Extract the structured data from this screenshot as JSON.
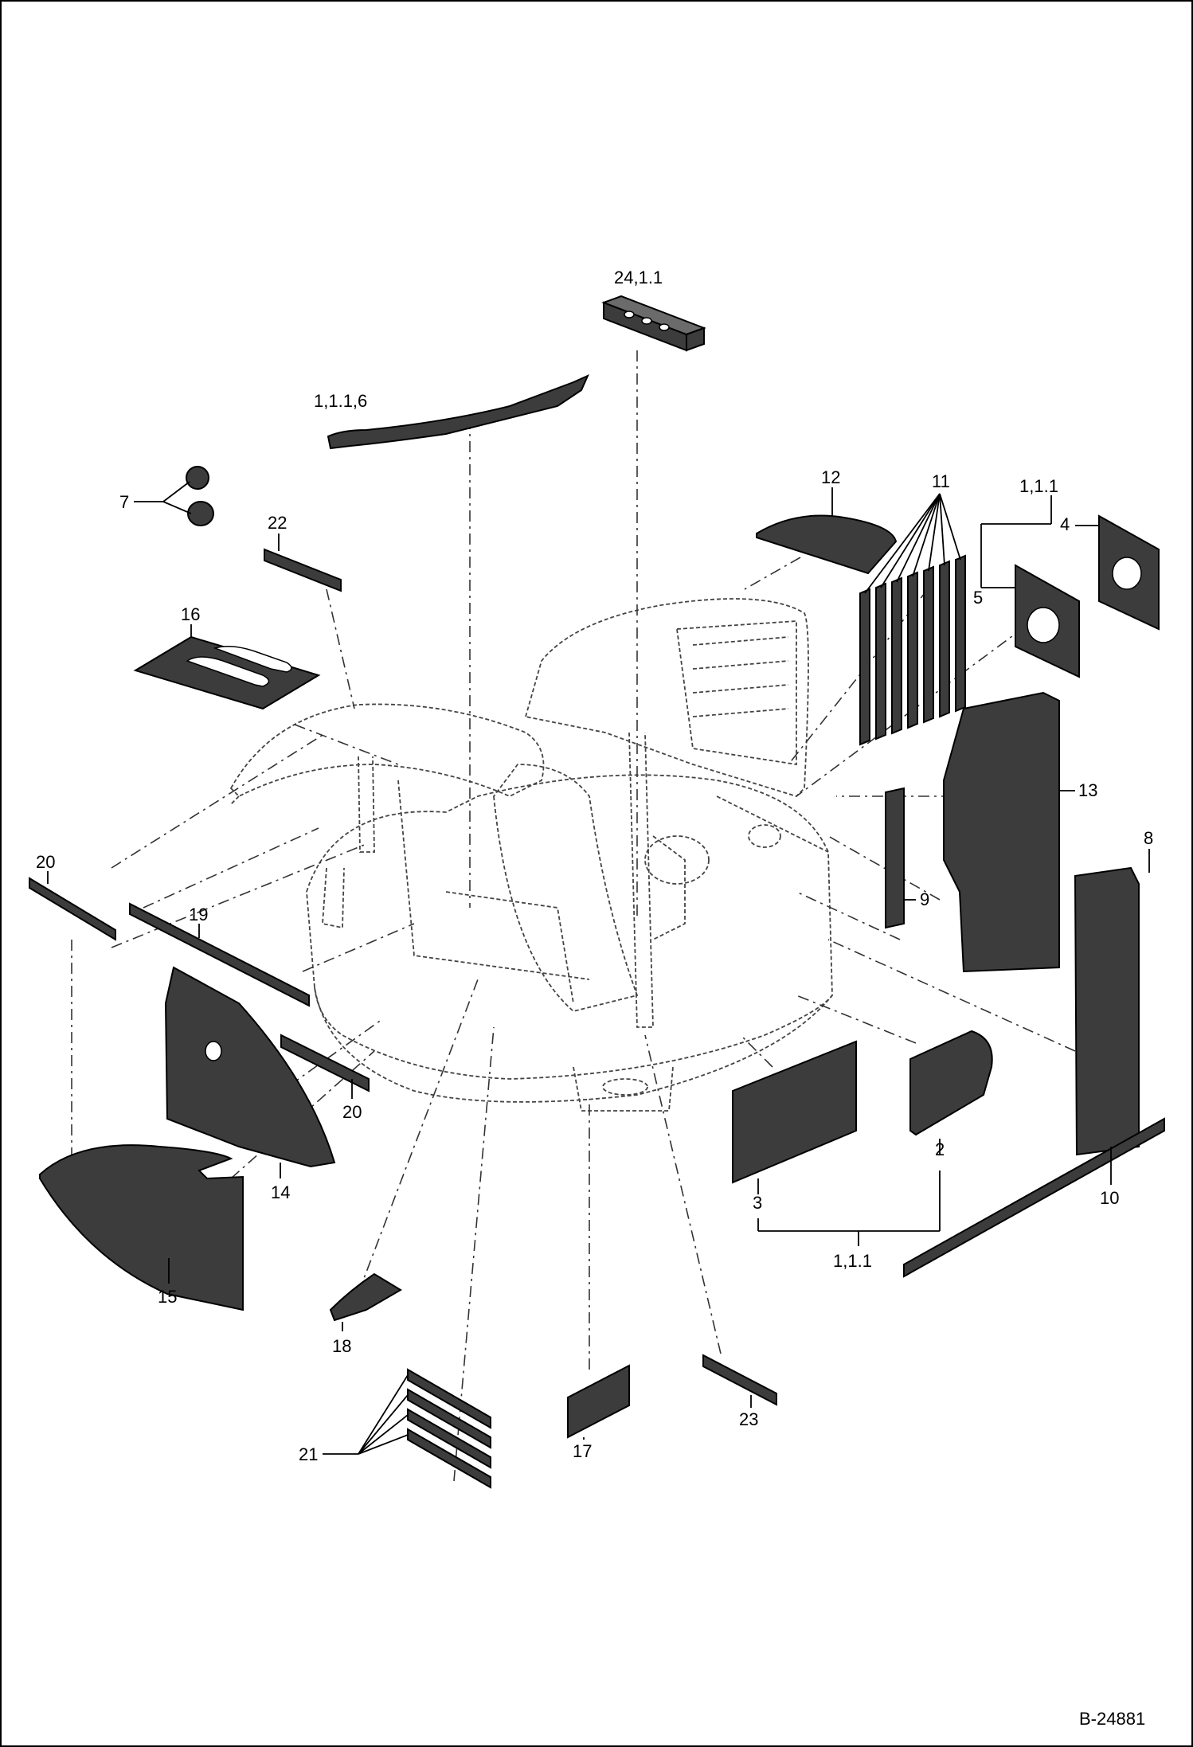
{
  "drawing_code": "B-24881",
  "callouts": {
    "c1": "24,1.1",
    "c2": "1,1.1,6",
    "c3": "7",
    "c4": "22",
    "c5": "16",
    "c6": "12",
    "c7": "11",
    "c8": "1,1.1",
    "c9": "4",
    "c10": "5",
    "c11": "13",
    "c12": "8",
    "c13": "9",
    "c14": "20",
    "c15": "19",
    "c16": "20",
    "c17": "14",
    "c18": "15",
    "c19": "3",
    "c20": "2",
    "c21": "1,1.1",
    "c22": "10",
    "c23": "18",
    "c24": "21",
    "c25": "17",
    "c26": "23"
  }
}
